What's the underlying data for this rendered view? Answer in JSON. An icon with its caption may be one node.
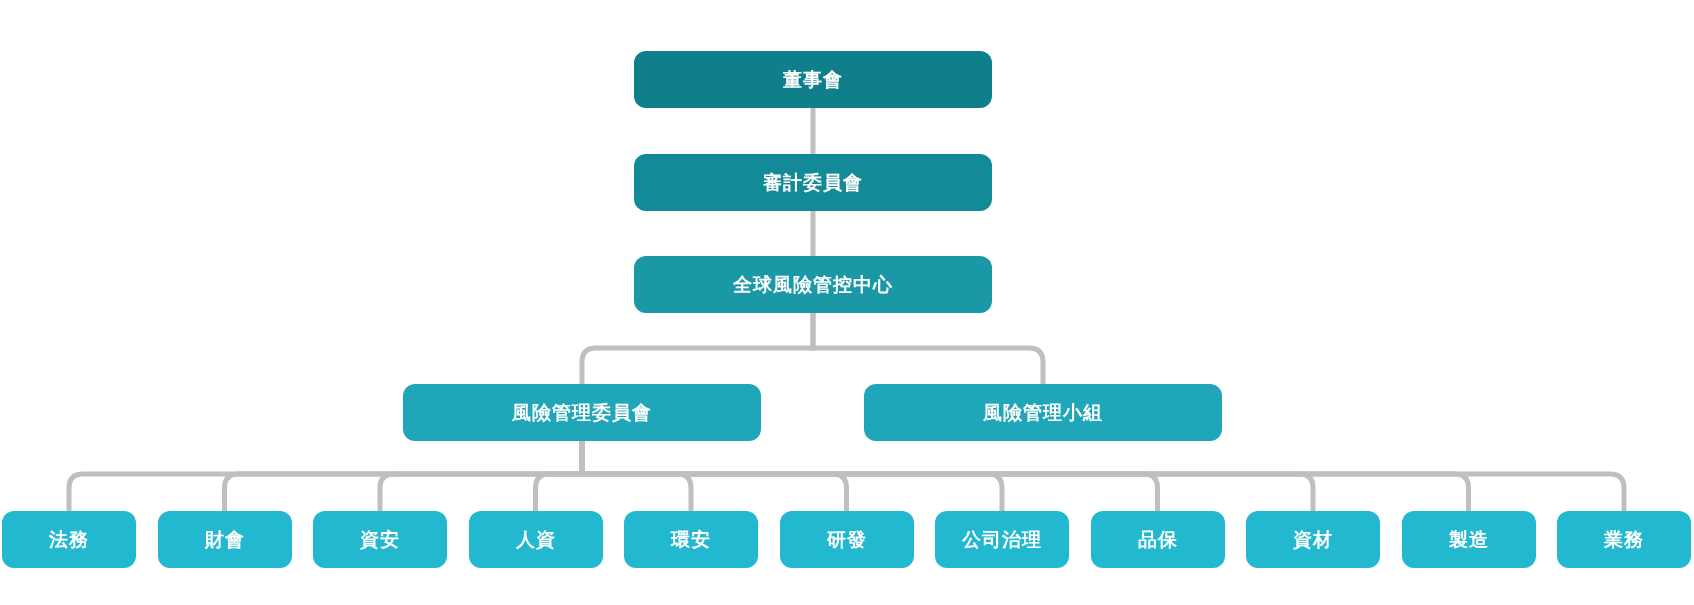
{
  "diagram": {
    "nodes": [
      {
        "text": [
          "董事會"
        ]
      },
      {
        "text": [
          "審計委員會"
        ]
      },
      {
        "text": [
          "全球風險管控中心"
        ]
      },
      {
        "text": [
          "風險管理委員會"
        ]
      },
      {
        "text": [
          "風險管理小組"
        ]
      },
      {
        "text": [
          "法務"
        ]
      },
      {
        "text": [
          "財會"
        ]
      },
      {
        "text": [
          "資安"
        ]
      },
      {
        "text": [
          "人資"
        ]
      },
      {
        "text": [
          "環安"
        ]
      },
      {
        "text": [
          "研發"
        ]
      },
      {
        "text": [
          "公司治理"
        ]
      },
      {
        "text": [
          "品保"
        ]
      },
      {
        "text": [
          "資材"
        ]
      },
      {
        "text": [
          "製造"
        ]
      },
      {
        "text": [
          "業務"
        ]
      }
    ],
    "edges": [
      {
        "from": 0,
        "to": 1,
        "arrow": "none"
      },
      {
        "from": 1,
        "to": 2,
        "arrow": "none"
      },
      {
        "from": 2,
        "to": 3,
        "arrow": "none"
      },
      {
        "from": 2,
        "to": 4,
        "arrow": "none"
      },
      {
        "from": 3,
        "to": 5,
        "arrow": "none"
      },
      {
        "from": 3,
        "to": 6,
        "arrow": "none"
      },
      {
        "from": 3,
        "to": 7,
        "arrow": "none"
      },
      {
        "from": 3,
        "to": 8,
        "arrow": "none"
      },
      {
        "from": 3,
        "to": 9,
        "arrow": "none"
      },
      {
        "from": 3,
        "to": 10,
        "arrow": "none"
      },
      {
        "from": 3,
        "to": 11,
        "arrow": "none"
      },
      {
        "from": 3,
        "to": 12,
        "arrow": "none"
      },
      {
        "from": 3,
        "to": 13,
        "arrow": "none"
      },
      {
        "from": 3,
        "to": 14,
        "arrow": "none"
      },
      {
        "from": 3,
        "to": 15,
        "arrow": "none"
      }
    ]
  }
}
